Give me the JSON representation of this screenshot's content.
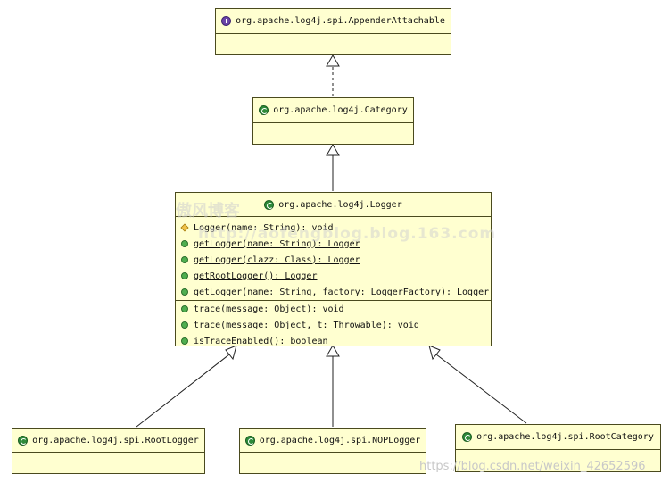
{
  "classes": {
    "appender_attachable": {
      "name": "org.apache.log4j.spi.AppenderAttachable",
      "kind": "interface"
    },
    "category": {
      "name": "org.apache.log4j.Category",
      "kind": "class"
    },
    "logger": {
      "name": "org.apache.log4j.Logger",
      "kind": "class",
      "operations": [
        {
          "text": "Logger(name: String): void",
          "visibility": "protected",
          "static": false
        },
        {
          "text": "getLogger(name: String): Logger",
          "visibility": "public",
          "static": true
        },
        {
          "text": "getLogger(clazz: Class): Logger",
          "visibility": "public",
          "static": true
        },
        {
          "text": "getRootLogger(): Logger",
          "visibility": "public",
          "static": true
        },
        {
          "text": "getLogger(name: String, factory: LoggerFactory): Logger",
          "visibility": "public",
          "static": true
        },
        {
          "text": "trace(message: Object): void",
          "visibility": "public",
          "static": false
        },
        {
          "text": "trace(message: Object, t: Throwable): void",
          "visibility": "public",
          "static": false
        },
        {
          "text": "isTraceEnabled(): boolean",
          "visibility": "public",
          "static": false
        }
      ]
    },
    "root_logger": {
      "name": "org.apache.log4j.spi.RootLogger",
      "kind": "class"
    },
    "nop_logger": {
      "name": "org.apache.log4j.spi.NOPLogger",
      "kind": "class"
    },
    "root_category": {
      "name": "org.apache.log4j.spi.RootCategory",
      "kind": "class"
    }
  },
  "relations": [
    {
      "from": "category",
      "to": "appender_attachable",
      "type": "realization"
    },
    {
      "from": "logger",
      "to": "category",
      "type": "generalization"
    },
    {
      "from": "root_logger",
      "to": "logger",
      "type": "generalization"
    },
    {
      "from": "nop_logger",
      "to": "logger",
      "type": "generalization"
    },
    {
      "from": "root_category",
      "to": "logger",
      "type": "generalization"
    }
  ],
  "watermarks": {
    "blog_name": "傲风博客",
    "blog_url": "http://aofengblog.blog.163.com",
    "csdn_url": "https://blog.csdn.net/weixin_42652596"
  }
}
